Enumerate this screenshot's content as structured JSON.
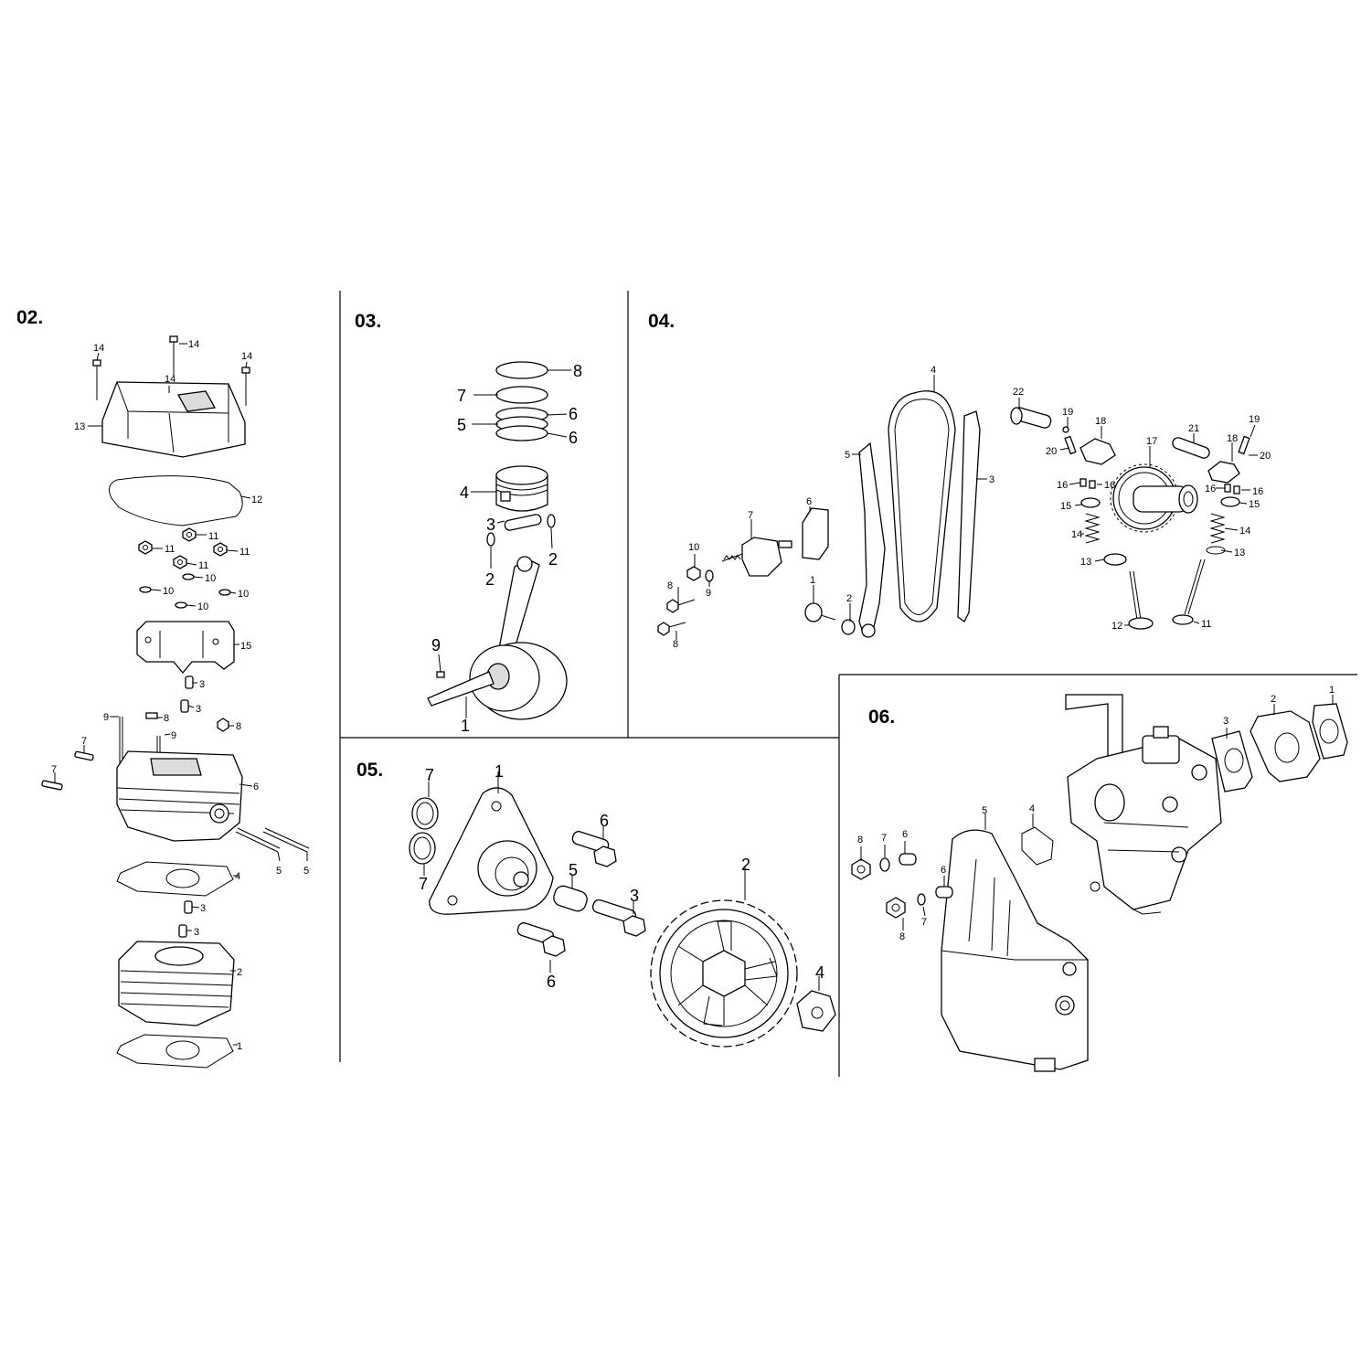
{
  "sections": [
    {
      "id": "02",
      "title": "02."
    },
    {
      "id": "03",
      "title": "03."
    },
    {
      "id": "04",
      "title": "04."
    },
    {
      "id": "05",
      "title": "05."
    },
    {
      "id": "06",
      "title": "06."
    }
  ],
  "callouts": {
    "s02": [
      "14",
      "14",
      "14",
      "14",
      "13",
      "12",
      "11",
      "11",
      "11",
      "11",
      "10",
      "10",
      "10",
      "10",
      "15",
      "3",
      "3",
      "9",
      "8",
      "9",
      "8",
      "7",
      "7",
      "6",
      "5",
      "5",
      "4",
      "3",
      "3",
      "2",
      "1"
    ],
    "s03": [
      "8",
      "7",
      "6",
      "5",
      "6",
      "4",
      "3",
      "2",
      "2",
      "9",
      "1"
    ],
    "s04": [
      "4",
      "5",
      "3",
      "6",
      "7",
      "10",
      "9",
      "8",
      "8",
      "1",
      "2",
      "22",
      "19",
      "18",
      "20",
      "21",
      "17",
      "18",
      "19",
      "20",
      "16",
      "16",
      "15",
      "14",
      "13",
      "16",
      "16",
      "15",
      "14",
      "13",
      "12",
      "11"
    ],
    "s05": [
      "7",
      "1",
      "7",
      "6",
      "5",
      "2",
      "3",
      "6",
      "4"
    ],
    "s06": [
      "1",
      "2",
      "3",
      "5",
      "4",
      "8",
      "7",
      "6",
      "6",
      "8",
      "7"
    ]
  }
}
